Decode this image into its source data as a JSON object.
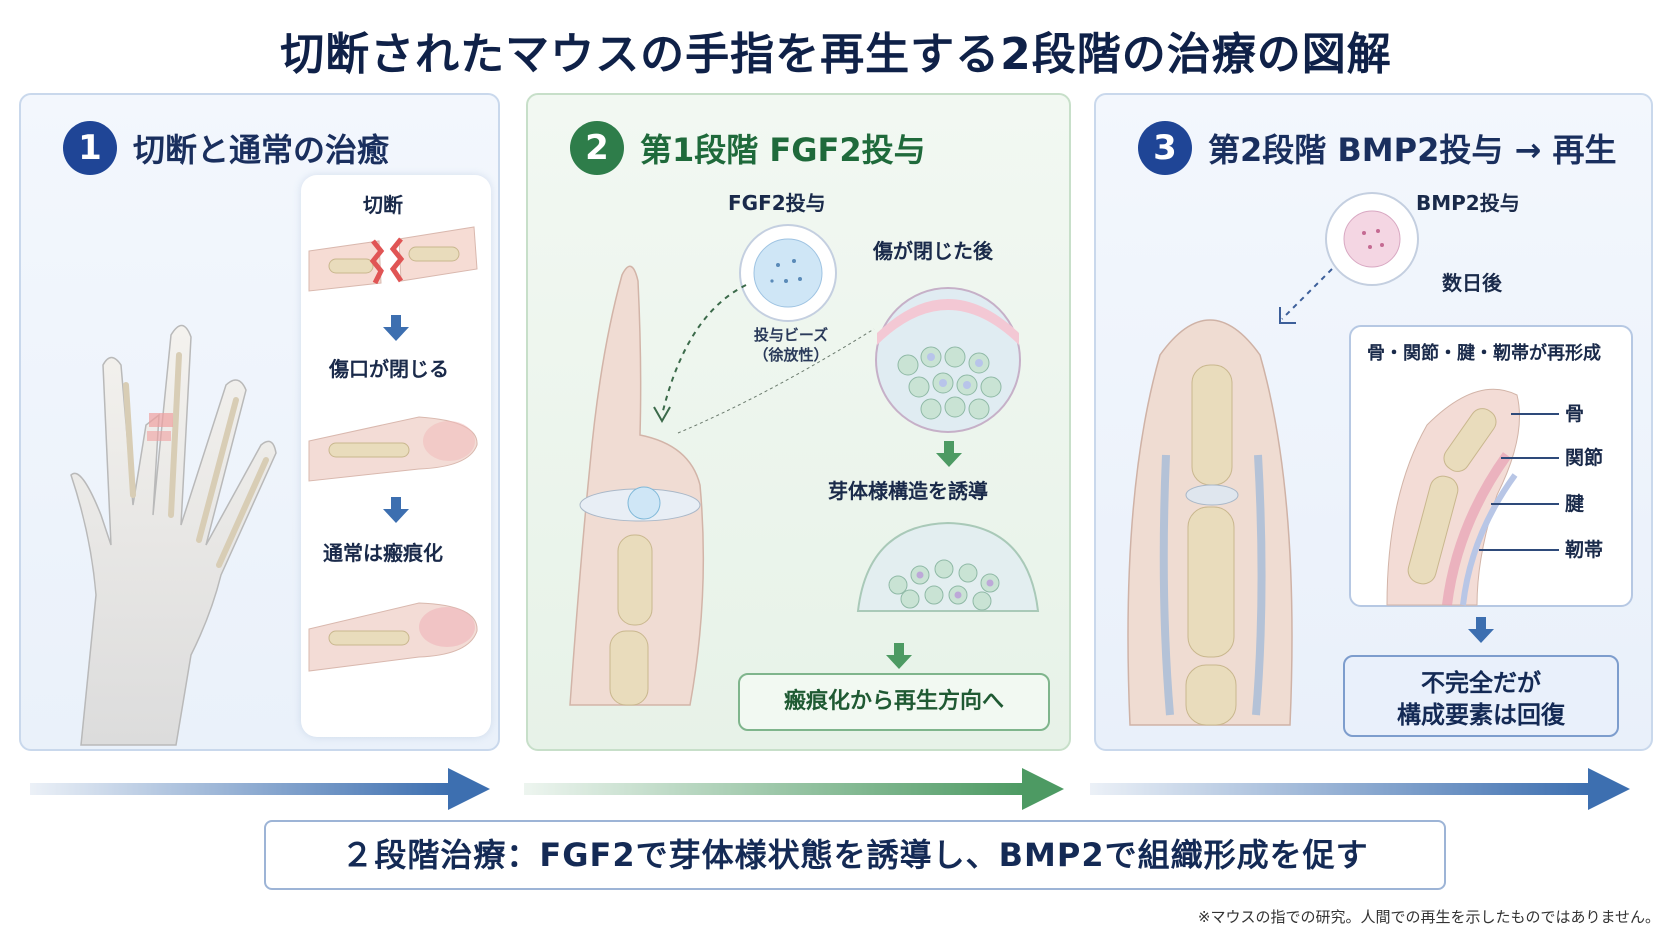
{
  "title": "切断されたマウスの手指を再生する2段階の治療の図解",
  "panels": [
    {
      "number": "1",
      "title": "切断と通常の治癒",
      "steps": [
        "切断",
        "傷口が閉じる",
        "通常は瘢痕化"
      ]
    },
    {
      "number": "2",
      "title": "第1段階 FGF2投与",
      "bead_label": "FGF2投与",
      "bead_caption_1": "投与ビーズ",
      "bead_caption_2": "（徐放性）",
      "after_close": "傷が閉じた後",
      "induce": "芽体様構造を誘導",
      "result": "瘢痕化から再生方向へ"
    },
    {
      "number": "3",
      "title": "第2段階 BMP2投与 → 再生",
      "bead_label": "BMP2投与",
      "days_later": "数日後",
      "reform_title": "骨・関節・腱・靭帯が再形成",
      "parts": [
        "骨",
        "関節",
        "腱",
        "靭帯"
      ],
      "result_line1": "不完全だが",
      "result_line2": "構成要素は回復"
    }
  ],
  "summary": "２段階治療：FGF2で芽体様状態を誘導し、BMP2で組織形成を促す",
  "footnote": "※マウスの指での研究。人間での再生を示したものではありません。",
  "colors": {
    "navy": "#1f4596",
    "green": "#2e7d4a",
    "arrow_blue": "#3d6fb0",
    "arrow_green": "#4d9a63"
  }
}
